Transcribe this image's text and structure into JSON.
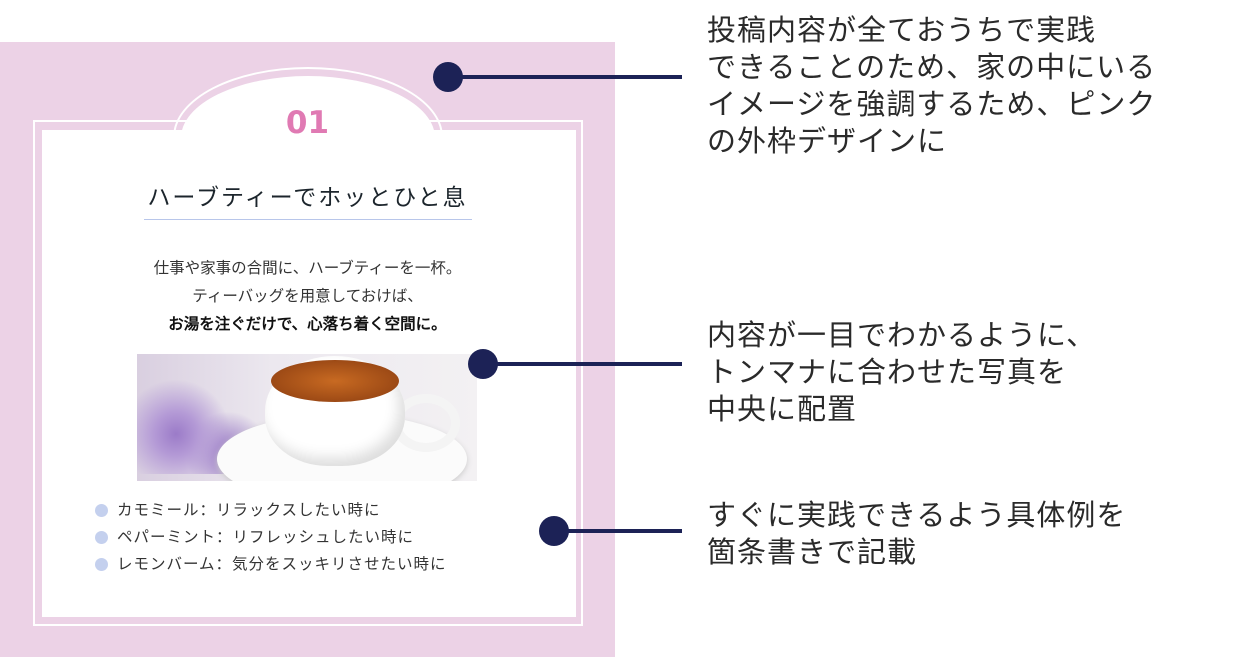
{
  "card": {
    "number": "01",
    "title": "ハーブティーでホッとひと息",
    "body_lines": [
      "仕事や家事の合間に、ハーブティーを一杯。",
      "ティーバッグを用意しておけば、"
    ],
    "body_bold": "お湯を注ぐだけで、心落ち着く空間に。",
    "list": [
      "カモミール：リラックスしたい時に",
      "ペパーミント：リフレッシュしたい時に",
      "レモンバーム：気分をスッキリさせたい時に"
    ]
  },
  "annotations": [
    "投稿内容が全ておうちで実践\nできることのため、家の中にいる\nイメージを強調するため、ピンク\nの外枠デザインに",
    "内容が一目でわかるように、\nトンマナに合わせた写真を\n中央に配置",
    "すぐに実践できるよう具体例を\n箇条書きで記載"
  ],
  "colors": {
    "frame": "#ecd2e6",
    "number": "#e07ab3",
    "pointer": "#1c2256",
    "bullet": "#c4d0ee"
  }
}
